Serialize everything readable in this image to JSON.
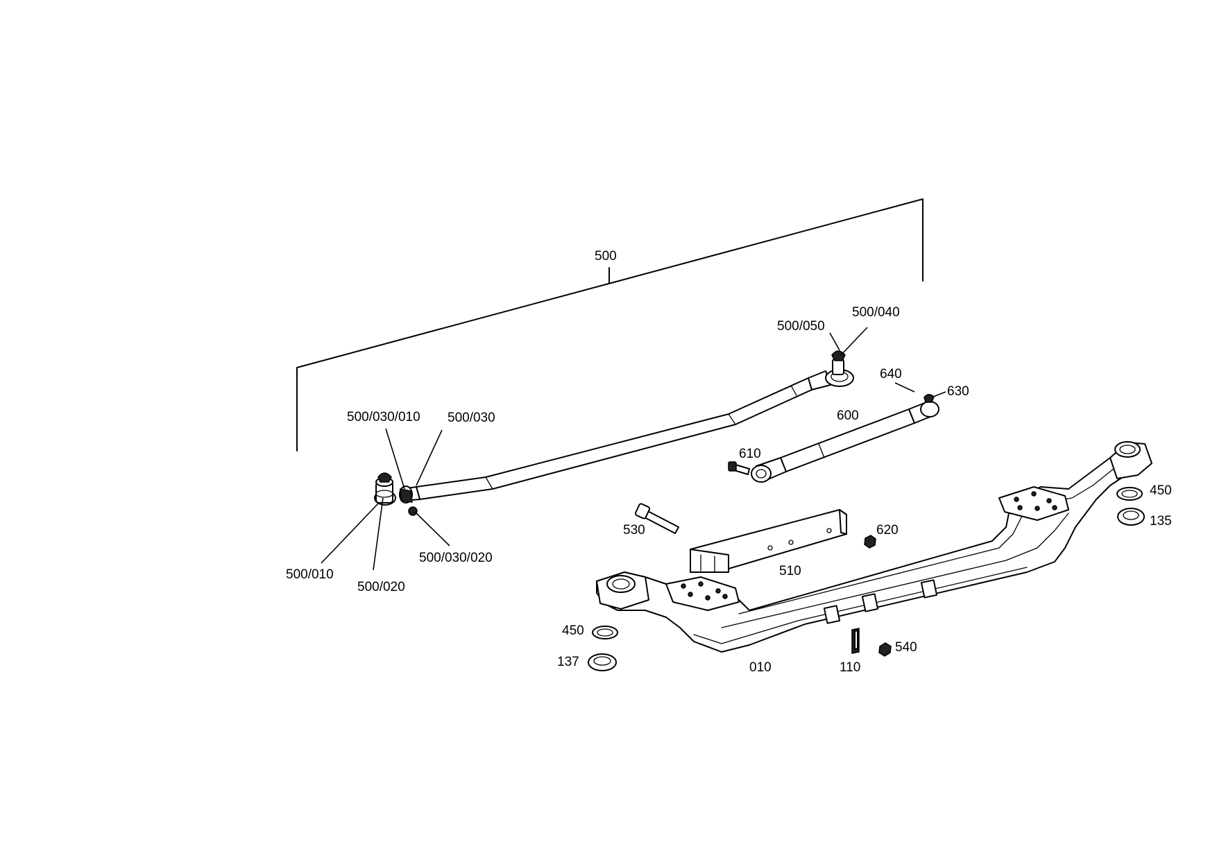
{
  "labels": {
    "l500": "500",
    "l500_050": "500/050",
    "l500_040": "500/040",
    "l640": "640",
    "l630": "630",
    "l600": "600",
    "l500_030_010": "500/030/010",
    "l500_030": "500/030",
    "l610": "610",
    "l450_right": "450",
    "l135": "135",
    "l530": "530",
    "l620": "620",
    "l510": "510",
    "l500_010": "500/010",
    "l500_020": "500/020",
    "l500_030_020": "500/030/020",
    "l450_left": "450",
    "l137": "137",
    "l540": "540",
    "l010": "010",
    "l110": "110"
  }
}
